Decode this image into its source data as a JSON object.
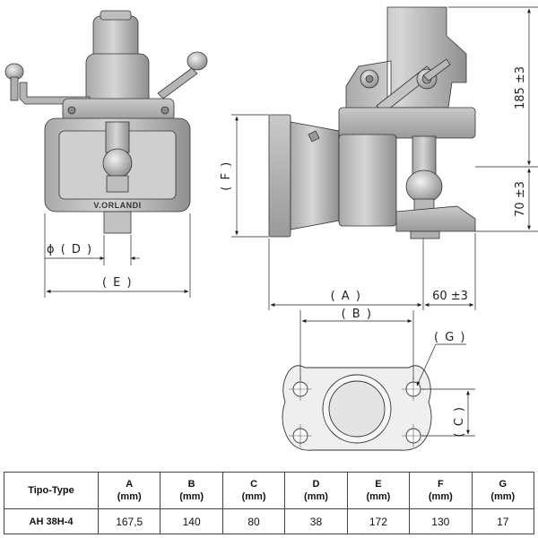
{
  "brand_mark": "V.ORLANDI",
  "dimension_labels": {
    "a": "( A )",
    "b": "( B )",
    "c": "( C )",
    "d": "ϕ ( D )",
    "e": "( E )",
    "f": "( F )",
    "g": "( G )",
    "offset_60": "60 ±3",
    "height_185": "185 ±3",
    "height_70": "70 ±3"
  },
  "table": {
    "header_first": "Tipo-Type",
    "unit": "(mm)",
    "columns": [
      "A",
      "B",
      "C",
      "D",
      "E",
      "F",
      "G"
    ],
    "rows": [
      {
        "type": "AH 38H-4",
        "values": [
          "167,5",
          "140",
          "80",
          "38",
          "172",
          "130",
          "17"
        ]
      }
    ]
  }
}
